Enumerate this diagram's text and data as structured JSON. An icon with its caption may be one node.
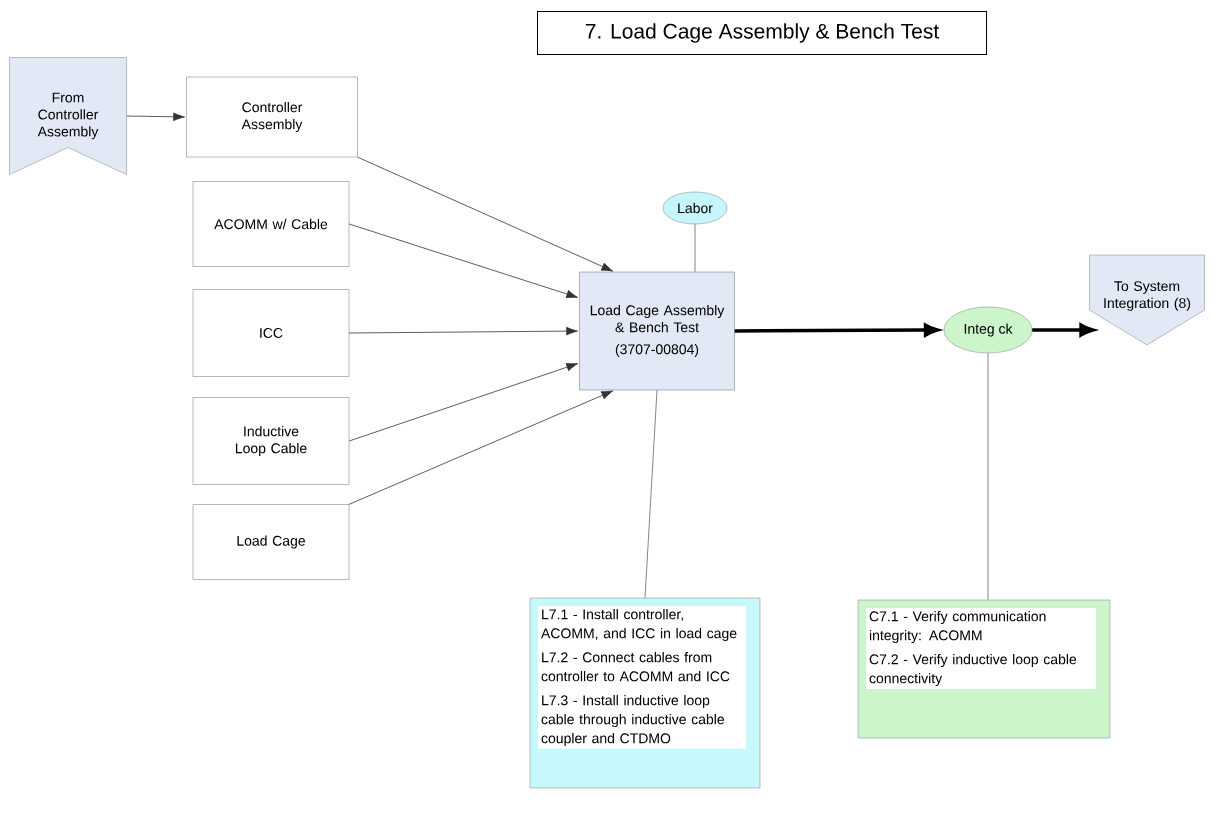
{
  "diagram": {
    "title": "7. Load Cage Assembly & Bench Test",
    "nodes": [
      {
        "text": [
          "From Controller Assembly"
        ]
      },
      {
        "text": [
          "Controller Assembly"
        ]
      },
      {
        "text": [
          "ACOMM w/ Cable"
        ]
      },
      {
        "text": [
          "ICC"
        ]
      },
      {
        "text": [
          "Inductive Loop Cable"
        ]
      },
      {
        "text": [
          "Load Cage"
        ]
      },
      {
        "text": [
          "Labor"
        ]
      },
      {
        "text": [
          "Load Cage Assembly & Bench Test",
          "(3707-00804)"
        ]
      },
      {
        "text": [
          "Integ ck"
        ]
      },
      {
        "text": [
          "To System Integration (8)"
        ]
      },
      {
        "text": [
          "L7.1 - Install controller, ACOMM, and ICC in load cage",
          "L7.2 - Connect cables from controller to ACOMM and ICC",
          "L7.3 - Install inductive loop cable through inductive cable coupler and CTDMO"
        ]
      },
      {
        "text": [
          "C7.1 - Verify communication integrity: ACOMM",
          "C7.2 - Verify inductive loop cable connectivity"
        ]
      }
    ],
    "edges": [
      {
        "from": 0,
        "to": 1,
        "arrow": "to"
      },
      {
        "from": 1,
        "to": 7,
        "arrow": "to"
      },
      {
        "from": 2,
        "to": 7,
        "arrow": "to"
      },
      {
        "from": 3,
        "to": 7,
        "arrow": "to"
      },
      {
        "from": 4,
        "to": 7,
        "arrow": "to"
      },
      {
        "from": 5,
        "to": 7,
        "arrow": "to"
      },
      {
        "from": 6,
        "to": 7,
        "arrow": "none"
      },
      {
        "from": 7,
        "to": 8,
        "arrow": "to",
        "style": "thick"
      },
      {
        "from": 8,
        "to": 9,
        "arrow": "to",
        "style": "thick"
      },
      {
        "from": 7,
        "to": 10,
        "arrow": "none"
      },
      {
        "from": 8,
        "to": 11,
        "arrow": "none"
      }
    ]
  }
}
